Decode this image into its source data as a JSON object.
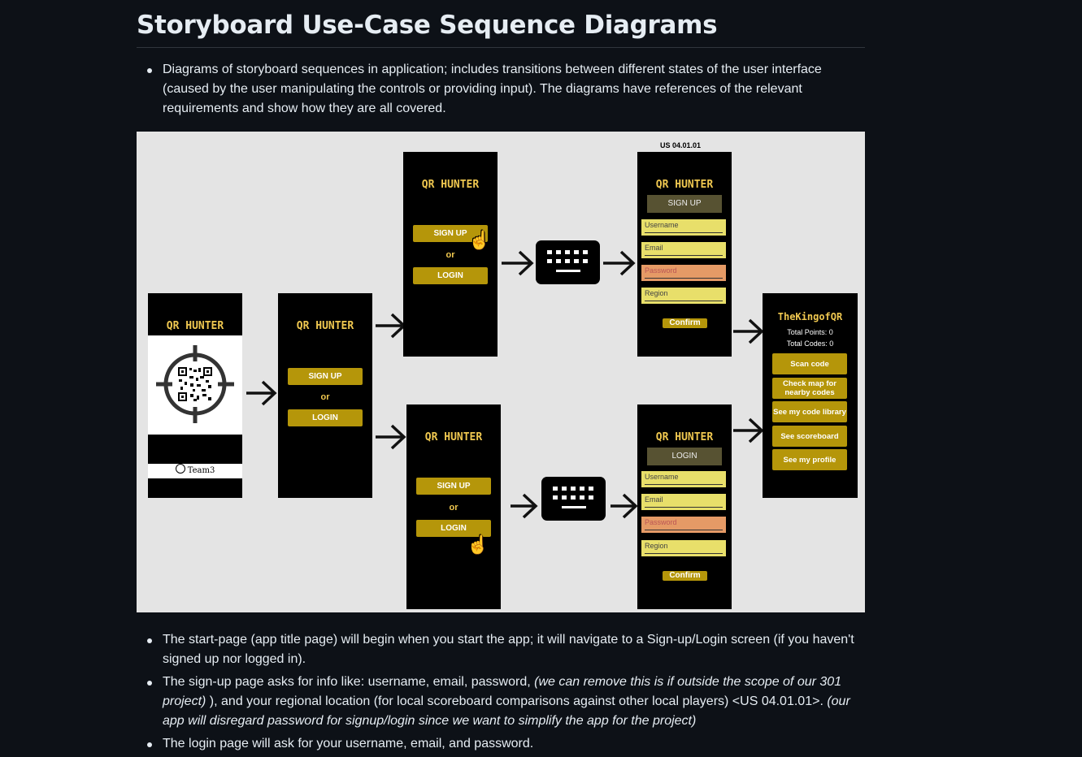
{
  "heading": "Storyboard Use-Case Sequence Diagrams",
  "intro_items": [
    "Diagrams of storyboard sequences in application; includes transitions between different states of the user interface (caused by the user manipulating the controls or providing input). The diagrams have references of the relevant requirements and show how they are all covered."
  ],
  "diagram": {
    "app_title": "QR HUNTER",
    "team_label": "Team3",
    "sign_up": "SIGN UP",
    "or": "or",
    "login": "LOGIN",
    "us_label": "US 04.01.01",
    "fields": {
      "username": "Username",
      "email": "Email",
      "password": "Password",
      "region": "Region"
    },
    "confirm": "Confirm",
    "profile": {
      "name": "TheKingofQR",
      "points": "Total Points: 0",
      "codes": "Total Codes: 0"
    },
    "menu": [
      "Scan code",
      "Check map for nearby codes",
      "See my code library",
      "See scoreboard",
      "See my profile"
    ]
  },
  "bullets": {
    "b1": "The start-page (app title page) will begin when you start the app; it will navigate to a Sign-up/Login screen (if you haven't signed up nor logged in).",
    "b2_a": "The sign-up page asks for info like: username, email, password, ",
    "b2_em1": "(we can remove this is if outside the scope of our 301 project)",
    "b2_b": " ), and your regional location (for local scoreboard comparisons against other local players) <US 04.01.01>. ",
    "b2_em2": "(our app will disregard password for signup/login since we want to simplify the app for the project)",
    "b3": "The login page will ask for your username, email, and password."
  }
}
